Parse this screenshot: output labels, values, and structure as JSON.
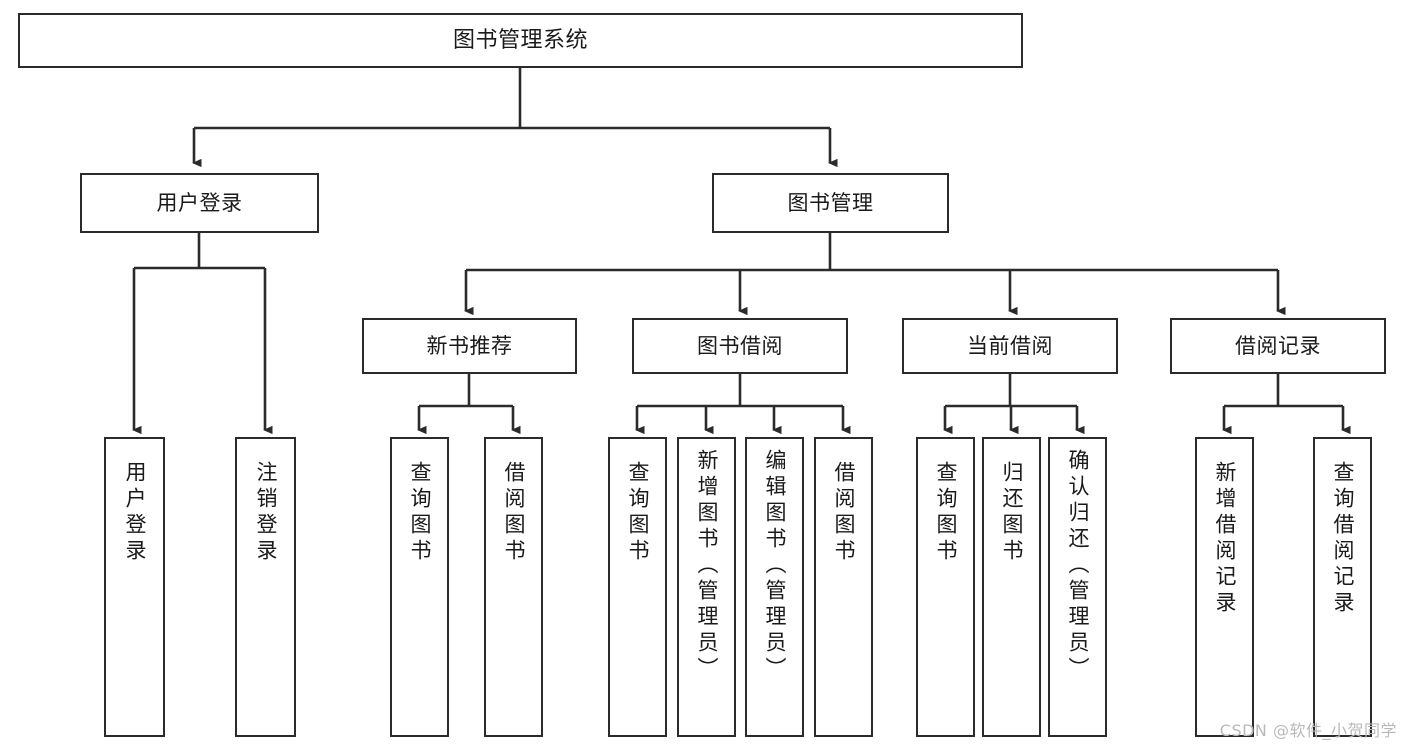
{
  "diagram": {
    "type": "tree-hierarchy",
    "title": "图书管理系统",
    "stroke_color": "#2b2b2b",
    "fill_color": "#ffffff",
    "text_color": "#1a1a1a",
    "root": {
      "label": "图书管理系统"
    },
    "level2": [
      {
        "label": "用户登录"
      },
      {
        "label": "图书管理"
      }
    ],
    "level3": [
      {
        "label": "新书推荐"
      },
      {
        "label": "图书借阅"
      },
      {
        "label": "当前借阅"
      },
      {
        "label": "借阅记录"
      }
    ],
    "leaves": {
      "user_login": [
        {
          "label": "用户登录"
        },
        {
          "label": "注销登录"
        }
      ],
      "new_book_recommend": [
        {
          "label": "查询图书"
        },
        {
          "label": "借阅图书"
        }
      ],
      "book_borrow": [
        {
          "label": "查询图书"
        },
        {
          "label": "新增图书（管理员）"
        },
        {
          "label": "编辑图书（管理员）"
        },
        {
          "label": "借阅图书"
        }
      ],
      "current_borrow": [
        {
          "label": "查询图书"
        },
        {
          "label": "归还图书"
        },
        {
          "label": "确认归还（管理员）"
        }
      ],
      "borrow_record": [
        {
          "label": "新增借阅记录"
        },
        {
          "label": "查询借阅记录"
        }
      ]
    }
  },
  "watermark": {
    "text": "CSDN @软件_小贺同学"
  }
}
